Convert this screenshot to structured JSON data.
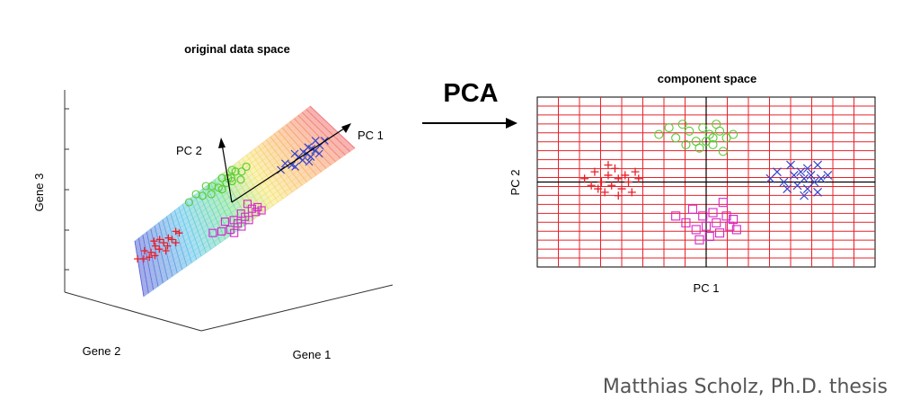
{
  "left_panel": {
    "title": "original data space",
    "axis_labels": {
      "x": "Gene 1",
      "y": "Gene 2",
      "z": "Gene 3"
    },
    "pc_labels": {
      "pc1": "PC 1",
      "pc2": "PC 2"
    }
  },
  "transform_label": "PCA",
  "right_panel": {
    "title": "component space",
    "x_label": "PC 1",
    "y_label": "PC 2"
  },
  "credit": "Matthias Scholz, Ph.D. thesis",
  "colors": {
    "class_plus": "#e8202a",
    "class_circle": "#55cc33",
    "class_square": "#d726c8",
    "class_cross": "#3344cc",
    "grid": "#e8202a",
    "axis": "#000000"
  },
  "chart_data": {
    "type": "scatter",
    "series": [
      {
        "marker": "plus",
        "points": [
          [
            -3.6,
            0.1
          ],
          [
            -3.4,
            -0.1
          ],
          [
            -3.3,
            0.3
          ],
          [
            -3.1,
            0.0
          ],
          [
            -3.0,
            -0.3
          ],
          [
            -2.9,
            0.2
          ],
          [
            -2.8,
            -0.1
          ],
          [
            -2.7,
            0.4
          ],
          [
            -2.6,
            0.1
          ],
          [
            -2.5,
            -0.2
          ],
          [
            -2.4,
            0.2
          ],
          [
            -2.3,
            0.0
          ],
          [
            -2.2,
            -0.3
          ],
          [
            -2.1,
            0.3
          ],
          [
            -2.0,
            0.1
          ],
          [
            -2.6,
            -0.4
          ],
          [
            -2.9,
            0.5
          ],
          [
            -3.2,
            -0.2
          ]
        ]
      },
      {
        "marker": "circle",
        "points": [
          [
            -1.4,
            1.4
          ],
          [
            -1.1,
            1.6
          ],
          [
            -0.9,
            1.3
          ],
          [
            -0.7,
            1.7
          ],
          [
            -0.5,
            1.5
          ],
          [
            -0.3,
            1.2
          ],
          [
            -0.1,
            1.6
          ],
          [
            0.1,
            1.4
          ],
          [
            0.2,
            1.1
          ],
          [
            0.4,
            1.5
          ],
          [
            0.6,
            1.3
          ],
          [
            0.3,
            1.7
          ],
          [
            -0.2,
            1.0
          ],
          [
            0.0,
            1.2
          ],
          [
            0.5,
            0.9
          ],
          [
            0.8,
            1.4
          ],
          [
            -0.6,
            1.1
          ],
          [
            0.2,
            1.3
          ]
        ]
      },
      {
        "marker": "square",
        "points": [
          [
            -0.9,
            -1.0
          ],
          [
            -0.6,
            -1.2
          ],
          [
            -0.4,
            -0.8
          ],
          [
            -0.3,
            -1.4
          ],
          [
            -0.1,
            -1.0
          ],
          [
            0.0,
            -1.3
          ],
          [
            0.2,
            -0.9
          ],
          [
            0.3,
            -1.2
          ],
          [
            0.4,
            -1.5
          ],
          [
            0.6,
            -1.0
          ],
          [
            0.8,
            -1.1
          ],
          [
            0.9,
            -1.4
          ],
          [
            0.5,
            -0.6
          ],
          [
            0.1,
            -1.6
          ],
          [
            -0.2,
            -1.7
          ],
          [
            0.7,
            -1.3
          ]
        ]
      },
      {
        "marker": "cross",
        "points": [
          [
            1.9,
            0.1
          ],
          [
            2.1,
            0.3
          ],
          [
            2.3,
            0.0
          ],
          [
            2.5,
            0.5
          ],
          [
            2.6,
            0.2
          ],
          [
            2.7,
            -0.1
          ],
          [
            2.8,
            0.3
          ],
          [
            2.9,
            0.1
          ],
          [
            3.0,
            -0.2
          ],
          [
            3.1,
            0.2
          ],
          [
            3.2,
            0.0
          ],
          [
            3.3,
            -0.3
          ],
          [
            3.4,
            0.1
          ],
          [
            3.0,
            0.4
          ],
          [
            2.4,
            -0.2
          ],
          [
            3.6,
            0.2
          ],
          [
            3.3,
            0.5
          ],
          [
            2.9,
            -0.4
          ]
        ]
      }
    ],
    "xlim": [
      -5,
      5
    ],
    "ylim": [
      -2.5,
      2.5
    ],
    "grid": true,
    "legend": "none"
  }
}
